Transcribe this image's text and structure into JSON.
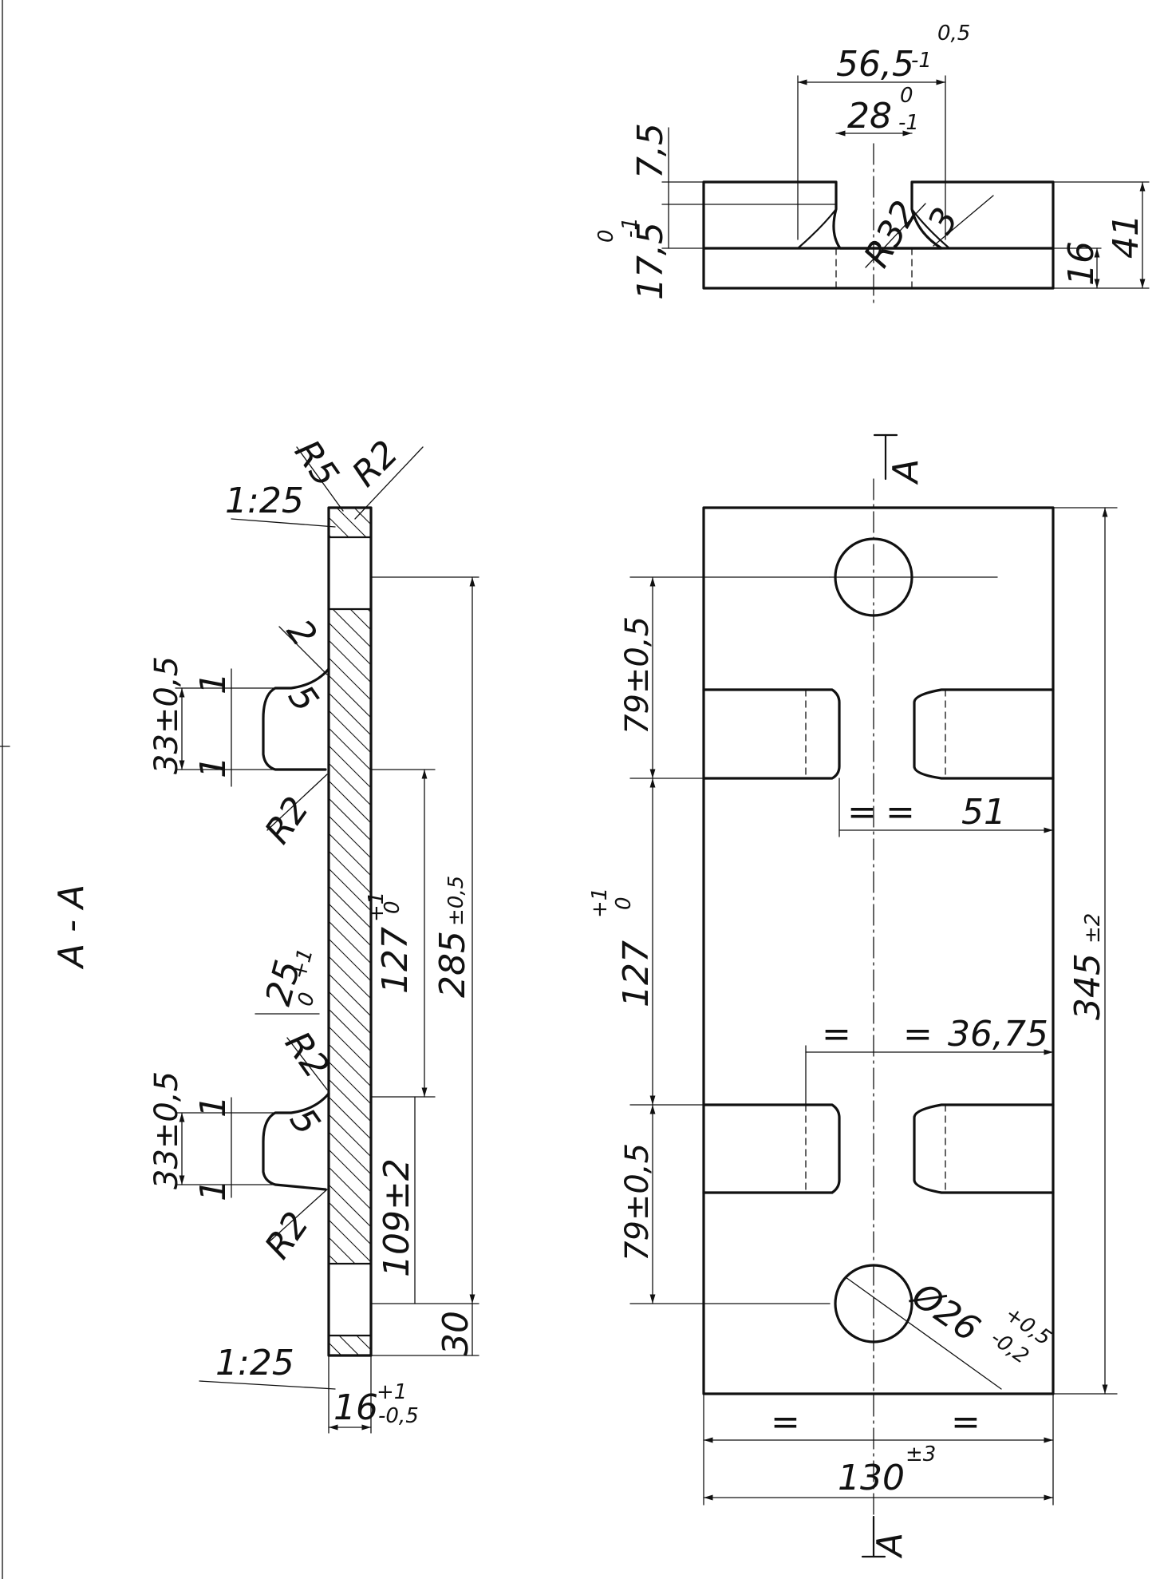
{
  "drawing": {
    "section_label": "A - A",
    "section_marker": "A",
    "top_view": {
      "dim_56_5": "56,5",
      "dim_56_5_tol": "0,5",
      "dim_56_5_tol_low": "-1",
      "dim_28": "28",
      "dim_28_tol": "0",
      "dim_28_tol_low": "-1",
      "dim_7_5": "7,5",
      "dim_17_5": "17,5",
      "dim_17_5_tol": "0",
      "dim_17_5_tol_low": "-1",
      "radius": "R32",
      "dim_3": "3",
      "dim_16": "16",
      "dim_41": "41"
    },
    "section_view": {
      "r5": "R5",
      "r2_top": "R2",
      "taper_top": "1:25",
      "taper_bottom": "1:25",
      "dim_2": "2",
      "dim_5_a": "5",
      "dim_5_b": "5",
      "dim_1_a": "1",
      "dim_1_b": "1",
      "dim_1_c": "1",
      "dim_1_d": "1",
      "dim_33_a": "33±0,5",
      "dim_33_b": "33±0,5",
      "r2_a": "R2",
      "r2_b": "R2",
      "r2_c": "R2",
      "dim_25": "25",
      "dim_25_tol": "+1",
      "dim_25_tol_low": "0",
      "dim_127": "127",
      "dim_127_tol": "+1",
      "dim_127_tol_low": "0",
      "dim_285": "285",
      "dim_285_tol": "±0,5",
      "dim_109": "109±2",
      "dim_30": "30",
      "dim_16": "16",
      "dim_16_tol": "+1",
      "dim_16_tol_low": "-0,5"
    },
    "plan_view": {
      "dim_79_a": "79±0,5",
      "dim_79_b": "79±0,5",
      "dim_127": "127",
      "dim_127_tol": "+1",
      "dim_127_tol_low": "0",
      "dim_51": "51",
      "dim_36_75": "36,75",
      "eq": "=",
      "dim_345": "345",
      "dim_345_tol": "±2",
      "dim_26": "Ø26",
      "dim_26_tol": "+0,5",
      "dim_26_tol_low": "-0,2",
      "dim_130": "130",
      "dim_130_tol": "±3"
    }
  }
}
